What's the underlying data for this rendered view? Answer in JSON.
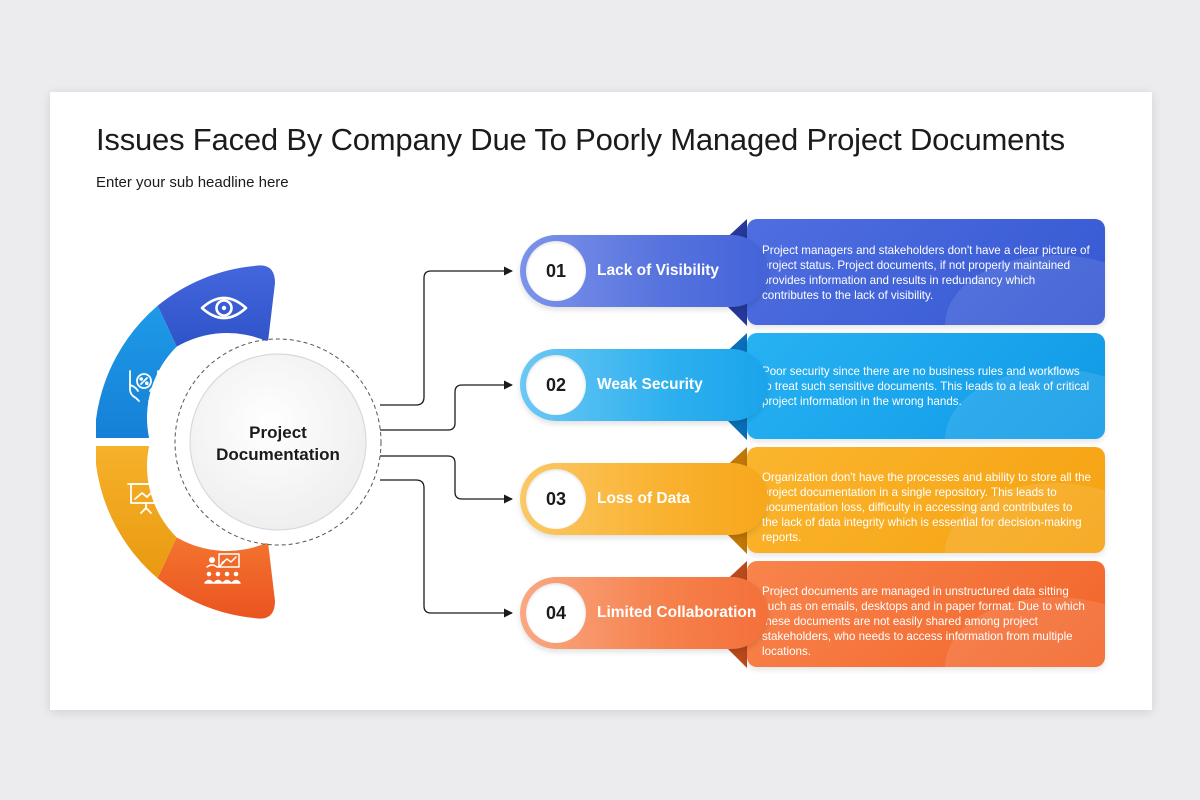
{
  "slide": {
    "title": "Issues Faced By Company Due To Poorly Managed Project Documents",
    "subtitle": "Enter your sub headline here"
  },
  "center": {
    "line1": "Project",
    "line2": "Documentation"
  },
  "colors": {
    "blue_dark": "#3e60d9",
    "blue_light": "#14a4ea",
    "yellow": "#f8a51b",
    "orange": "#f36a2c"
  },
  "wheel_segments": [
    {
      "icon": "eye-icon",
      "color": "#3a5fd6"
    },
    {
      "icon": "hands-percent-icon",
      "color": "#1c8fe0"
    },
    {
      "icon": "presentation-board-icon",
      "color": "#f3a91c"
    },
    {
      "icon": "team-meeting-icon",
      "color": "#f0622b"
    }
  ],
  "items": [
    {
      "number": "01",
      "title": "Lack of Visibility",
      "description": "Project managers and stakeholders don't have a clear picture of project status. Project documents, if not properly maintained provides information and results in redundancy which contributes to the lack of visibility.",
      "color": "#3e60d9"
    },
    {
      "number": "02",
      "title": "Weak Security",
      "description": "Poor security since there are no business rules and workflows to treat such sensitive documents. This leads to a leak of critical project information in the wrong hands.",
      "color": "#16a6ee"
    },
    {
      "number": "03",
      "title": "Loss of Data",
      "description": "Organization don't have the processes and ability to store all the project documentation in a single repository. This leads to documentation loss, difficulty in accessing and contributes to the lack of data integrity which is essential for decision-making reports.",
      "color": "#f9a91c"
    },
    {
      "number": "04",
      "title": "Limited Collaboration",
      "description": "Project documents are managed in unstructured data sitting such as on emails, desktops and in paper format. Due to which these documents are not easily shared among project stakeholders, who needs to access information from multiple locations.",
      "color": "#f6743c"
    }
  ]
}
